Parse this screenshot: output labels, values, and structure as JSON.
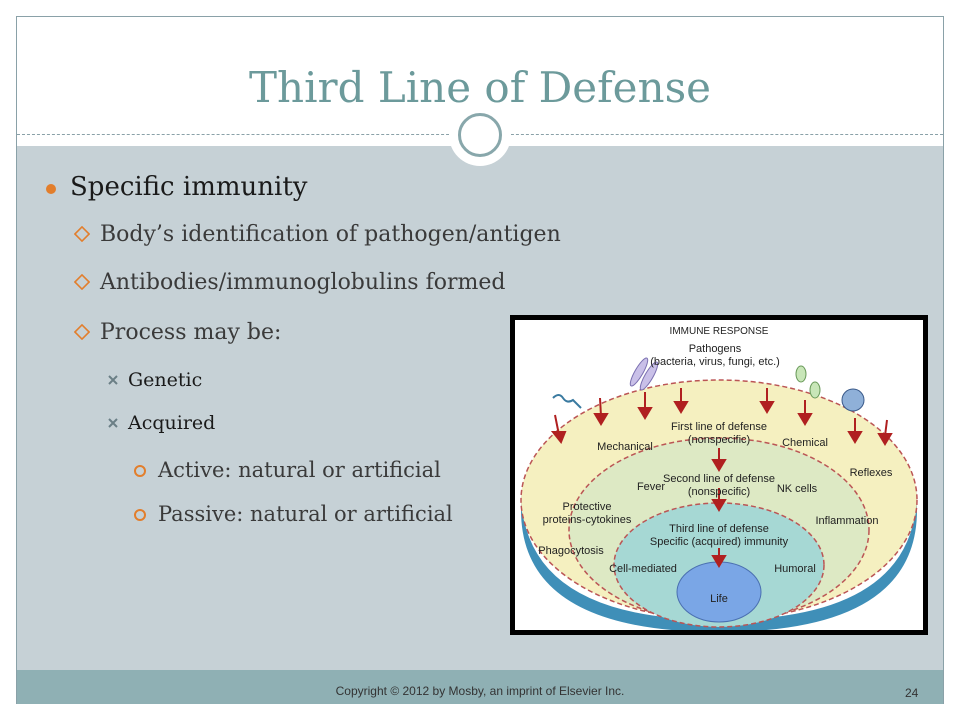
{
  "slide": {
    "title": "Third Line of Defense",
    "page_number": "24",
    "footer": "Copyright © 2012 by Mosby, an imprint of Elsevier Inc."
  },
  "bullets": {
    "level1": "Specific immunity",
    "level2": [
      "Body’s identification of pathogen/antigen",
      "Antibodies/immunoglobulins formed",
      "Process may be:"
    ],
    "level3": [
      "Genetic",
      "Acquired"
    ],
    "level4": [
      "Active: natural or artificial",
      "Passive: natural or artificial"
    ]
  },
  "diagram": {
    "heading": "IMMUNE RESPONSE",
    "pathogens_line1": "Pathogens",
    "pathogens_line2": "(bacteria, virus, fungi, etc.)",
    "first_line1": "First line of defense",
    "first_line2": "(nonspecific)",
    "mechanical": "Mechanical",
    "chemical": "Chemical",
    "reflexes": "Reflexes",
    "second_line1": "Second line of defense",
    "second_line2": "(nonspecific)",
    "fever": "Fever",
    "nk_cells": "NK cells",
    "protective1": "Protective",
    "protective2": "proteins-cytokines",
    "inflammation": "Inflammation",
    "phagocytosis": "Phagocytosis",
    "third_line1": "Third line of defense",
    "third_line2": "Specific (acquired) immunity",
    "cell_mediated": "Cell-mediated",
    "humoral": "Humoral",
    "life": "Life"
  },
  "colors": {
    "title": "#6c9a9b",
    "content_bg": "#c6d1d6",
    "footer_bar": "#8fb0b4",
    "bullet_accent": "#e27e2c"
  }
}
